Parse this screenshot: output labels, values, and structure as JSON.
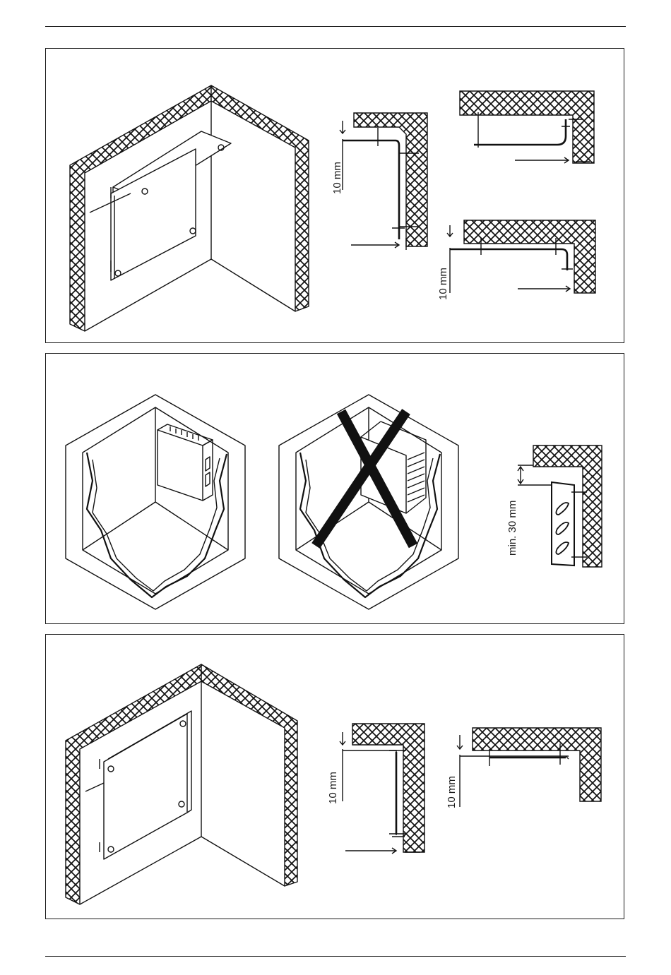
{
  "figure": {
    "panel1": {
      "dim_label_a": "10 mm",
      "dim_label_b": "10 mm"
    },
    "panel2": {
      "dim_label": "min. 30 mm"
    },
    "panel3": {
      "dim_label_a": "10 mm",
      "dim_label_b": "10 mm"
    }
  }
}
